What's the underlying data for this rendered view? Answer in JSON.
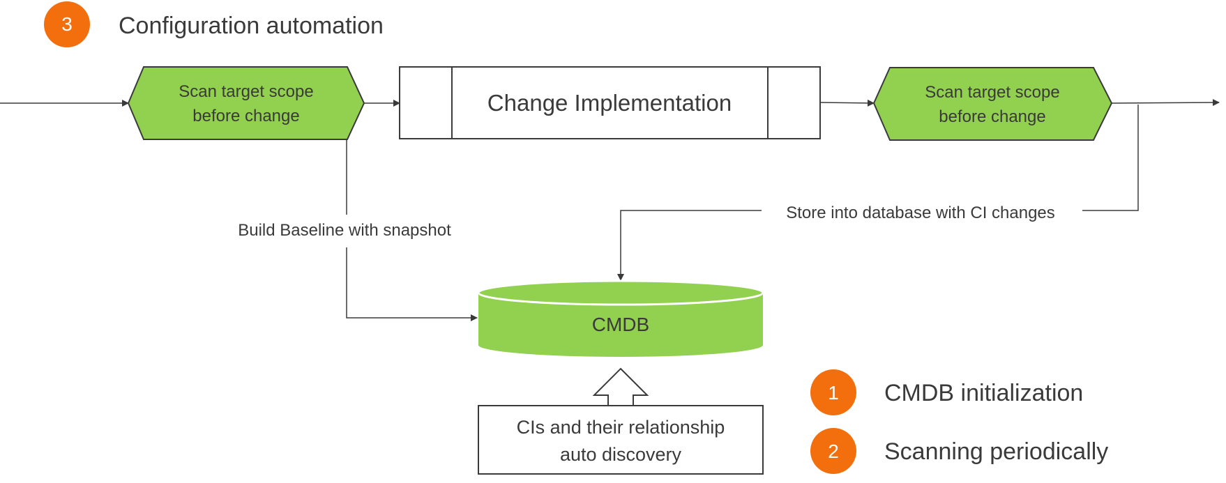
{
  "header": {
    "badge_number": "3",
    "title": "Configuration automation"
  },
  "flow": {
    "scan_before": {
      "line1": "Scan target scope",
      "line2": "before change"
    },
    "change": {
      "label": "Change Implementation"
    },
    "scan_after": {
      "line1": "Scan target scope",
      "line2": "before change"
    }
  },
  "edges": {
    "baseline": "Build Baseline with snapshot",
    "store": "Store into database with CI changes"
  },
  "cmdb": {
    "label": "CMDB"
  },
  "discovery": {
    "line1": "CIs and their relationship",
    "line2": "auto discovery"
  },
  "legend": [
    {
      "number": "1",
      "label": "CMDB initialization"
    },
    {
      "number": "2",
      "label": "Scanning periodically"
    }
  ],
  "colors": {
    "green": "#92d050",
    "orange": "#f36f0d",
    "line": "#3a3a3a"
  }
}
